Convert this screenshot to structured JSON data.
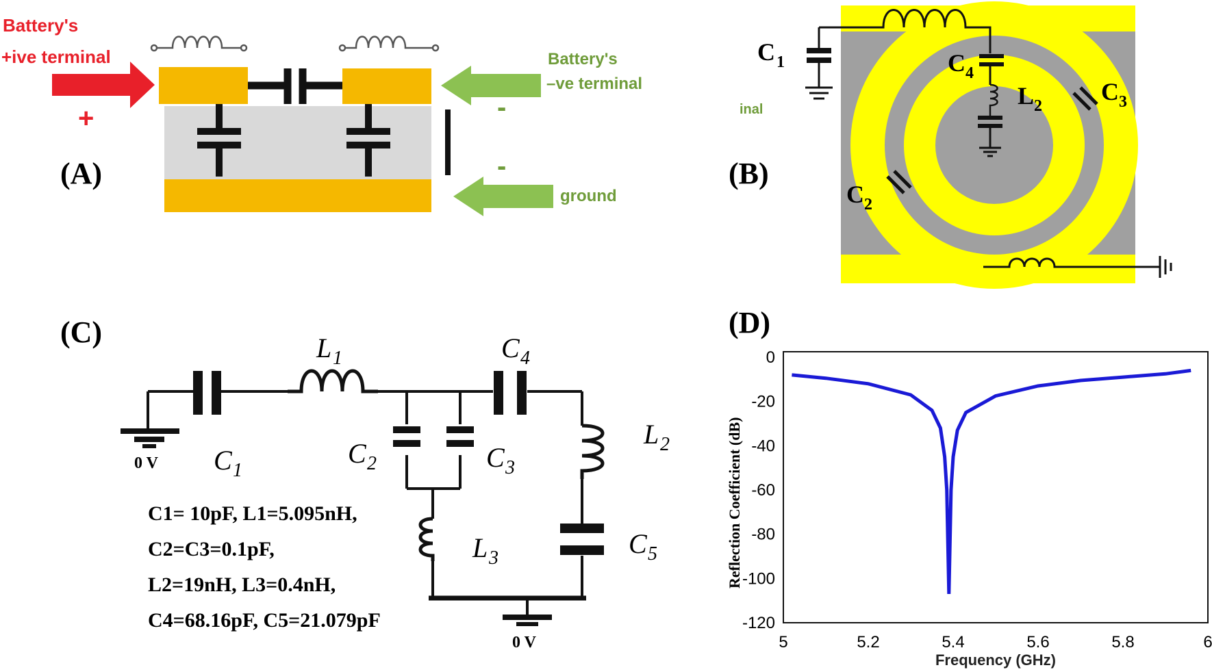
{
  "panels": {
    "a": "(A)",
    "b": "(B)",
    "c": "(C)",
    "d": "(D)"
  },
  "panel_a": {
    "pos_terminal_line1": "Battery's",
    "pos_terminal_line2": "+ive terminal",
    "plus": "+",
    "neg_terminal_line1": "Battery's",
    "neg_terminal_line2": "–ve terminal",
    "ground": "ground",
    "minus1": "-",
    "minus2": "-"
  },
  "panel_b": {
    "c1": "C",
    "c1_sub": "1",
    "c2": "C",
    "c2_sub": "2",
    "c3": "C",
    "c3_sub": "3",
    "c4": "C",
    "c4_sub": "4",
    "l2": "L",
    "l2_sub": "2",
    "fragment": "inal"
  },
  "panel_c": {
    "L1": "L",
    "L1_sub": "1",
    "L2": "L",
    "L2_sub": "2",
    "L3": "L",
    "L3_sub": "3",
    "C1": "C",
    "C1_sub": "1",
    "C2": "C",
    "C2_sub": "2",
    "C3": "C",
    "C3_sub": "3",
    "C4": "C",
    "C4_sub": "4",
    "C5": "C",
    "C5_sub": "5",
    "zero_v_1": "0 V",
    "zero_v_2": "0 V",
    "values": [
      "C1= 10pF, L1=5.095nH,",
      "C2=C3=0.1pF,",
      "L2=19nH, L3=0.4nH,",
      "C4=68.16pF, C5=21.079pF"
    ]
  },
  "colors": {
    "pad": "#f5b800",
    "substrate_a": "#d9d9d9",
    "red_arrow": "#e8202a",
    "green_arrow": "#8cc152",
    "yellow": "#ffff00",
    "gray": "#a0a0a0",
    "curve": "#1a1ad6"
  },
  "chart_data": {
    "type": "line",
    "title": "",
    "xlabel": "Frequency (GHz)",
    "ylabel": "Reflection Coefficient (dB)",
    "xlim": [
      5,
      6
    ],
    "ylim": [
      -120,
      0
    ],
    "xticks": [
      "5",
      "5.2",
      "5.4",
      "5.6",
      "5.8",
      "6"
    ],
    "yticks": [
      "0",
      "-20",
      "-40",
      "-60",
      "-80",
      "-100",
      "-120"
    ],
    "series": [
      {
        "x": [
          5.02,
          5.1,
          5.2,
          5.3,
          5.35,
          5.37,
          5.38,
          5.385,
          5.39,
          5.395,
          5.4,
          5.41,
          5.43,
          5.5,
          5.6,
          5.7,
          5.8,
          5.9,
          5.96
        ],
        "y": [
          -8,
          -9.5,
          -12,
          -17,
          -24,
          -32,
          -45,
          -60,
          -107,
          -60,
          -45,
          -33,
          -25,
          -17.5,
          -13,
          -10.5,
          -9,
          -7.5,
          -6
        ],
        "color": "#1a1ad6"
      }
    ]
  }
}
